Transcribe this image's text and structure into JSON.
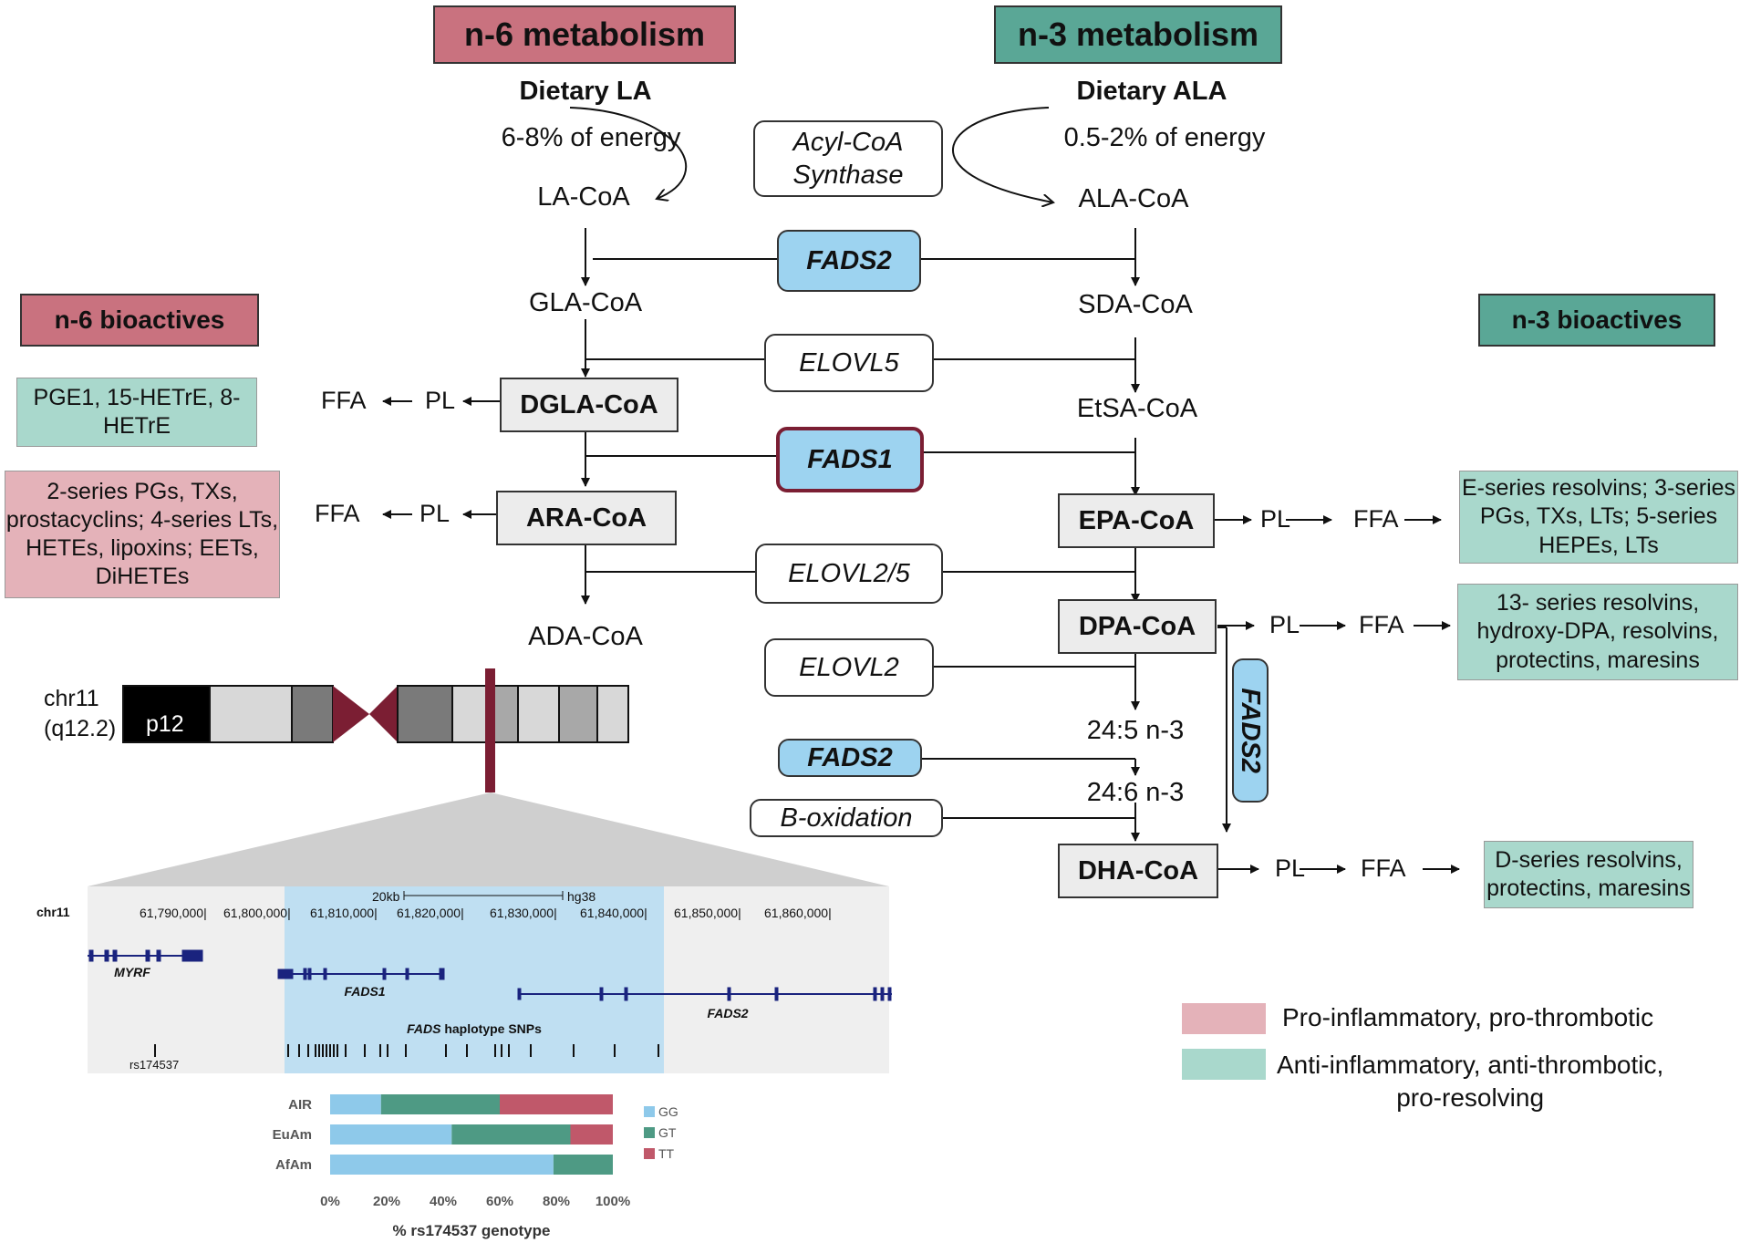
{
  "headers": {
    "n6": "n-6 metabolism",
    "n3": "n-3 metabolism",
    "n6_bio": "n-6 bioactives",
    "n3_bio": "n-3 bioactives"
  },
  "dietary": {
    "la": "Dietary LA",
    "la_energy": "6-8% of energy",
    "ala": "Dietary ALA",
    "ala_energy": "0.5-2% of energy"
  },
  "enzymes": {
    "acyl_line1": "Acyl-CoA",
    "acyl_line2": "Synthase",
    "fads2_top": "FADS2",
    "elovl5": "ELOVL5",
    "fads1": "FADS1",
    "elovl25": "ELOVL2/5",
    "elovl2": "ELOVL2",
    "fads2_mid": "FADS2",
    "fads2_vert": "FADS2",
    "boxidation": "B-oxidation"
  },
  "n6_chain": {
    "la_coa": "LA-CoA",
    "gla_coa": "GLA-CoA",
    "dgla_coa": "DGLA-CoA",
    "ara_coa": "ARA-CoA",
    "ada_coa": "ADA-CoA"
  },
  "n3_chain": {
    "ala_coa": "ALA-CoA",
    "sda_coa": "SDA-CoA",
    "etsa_coa": "EtSA-CoA",
    "epa_coa": "EPA-CoA",
    "dpa_coa": "DPA-CoA",
    "c245": "24:5 n-3",
    "c246": "24:6 n-3",
    "dha_coa": "DHA-CoA"
  },
  "flow": {
    "pl": "PL",
    "ffa": "FFA"
  },
  "bioactives": {
    "dgla": "PGE1, 15-HETrE, 8-HETrE",
    "ara": "2-series PGs, TXs, prostacyclins; 4-series LTs, HETEs, lipoxins; EETs, DiHETEs",
    "epa": "E-series resolvins; 3-series PGs, TXs, LTs; 5-series HEPEs, LTs",
    "dpa": "13- series resolvins, hydroxy-DPA, resolvins, protectins, maresins",
    "dha": "D-series resolvins, protectins, maresins"
  },
  "legend": {
    "pro": "Pro-inflammatory, pro-thrombotic",
    "anti_line1": "Anti-inflammatory, anti-thrombotic,",
    "anti_line2": "pro-resolving",
    "pro_color": "#e4b2b9",
    "anti_color": "#a9d8cc"
  },
  "chromosome": {
    "label_line1": "chr11",
    "label_line2": "(q12.2)",
    "band": "p12"
  },
  "browser": {
    "chrom": "chr11",
    "scale": "20kb",
    "assembly": "hg38",
    "positions": [
      "61,790,000|",
      "61,800,000|",
      "61,810,000|",
      "61,820,000|",
      "61,830,000|",
      "61,840,000|",
      "61,850,000|",
      "61,860,000|"
    ],
    "genes": {
      "myrf": "MYRF",
      "fads1": "FADS1",
      "fads2": "FADS2"
    },
    "snp_title_gene": "FADS",
    "snp_title_rest": " haplotype SNPs",
    "rs": "rs174537"
  },
  "colors": {
    "n6_header": "#c9727f",
    "n3_header": "#5aa796",
    "fads_blue": "#9dd3f0",
    "fads1_border": "#7b1e33",
    "GG": "#8ec9ea",
    "GT": "#4e9a84",
    "TT": "#c0586a"
  },
  "chart_data": {
    "type": "bar",
    "orientation": "horizontal",
    "stacked": true,
    "categories": [
      "AIR",
      "EuAm",
      "AfAm"
    ],
    "series": [
      {
        "name": "GG",
        "values": [
          18,
          43,
          79
        ]
      },
      {
        "name": "GT",
        "values": [
          42,
          42,
          21
        ]
      },
      {
        "name": "TT",
        "values": [
          40,
          15,
          0
        ]
      }
    ],
    "x_ticks": [
      "0%",
      "20%",
      "40%",
      "60%",
      "80%",
      "100%"
    ],
    "xlabel": "% rs174537 genotype",
    "xlim": [
      0,
      100
    ],
    "legend": "right"
  }
}
